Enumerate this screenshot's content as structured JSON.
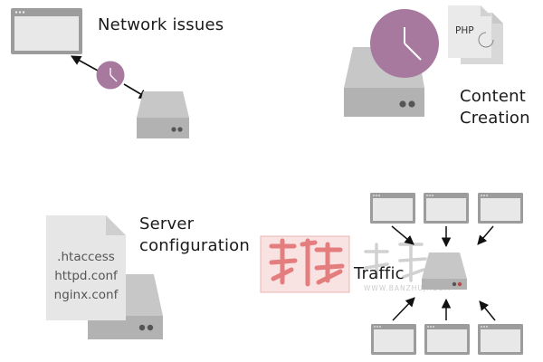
{
  "labels": {
    "network_issues": "Network issues",
    "content_creation_line1": "Content",
    "content_creation_line2": "Creation",
    "server_configuration_line1": "Server",
    "server_configuration_line2": "configuration",
    "traffic": "Traffic"
  },
  "php_doc": {
    "label": "PHP"
  },
  "config_doc": {
    "lines": [
      ".htaccess",
      "httpd.conf",
      "nginx.conf"
    ]
  },
  "watermark": {
    "site": "WWW.BANZHUJI.COM"
  },
  "colors": {
    "clock_fill": "#a8799e",
    "server_body": "#b9b9b9",
    "browser_frame": "#9c9c9c",
    "browser_screen": "#e8e8e8",
    "document": "#e6e6e6",
    "arrow": "#111111",
    "watermark_red": "#d94a4a"
  }
}
